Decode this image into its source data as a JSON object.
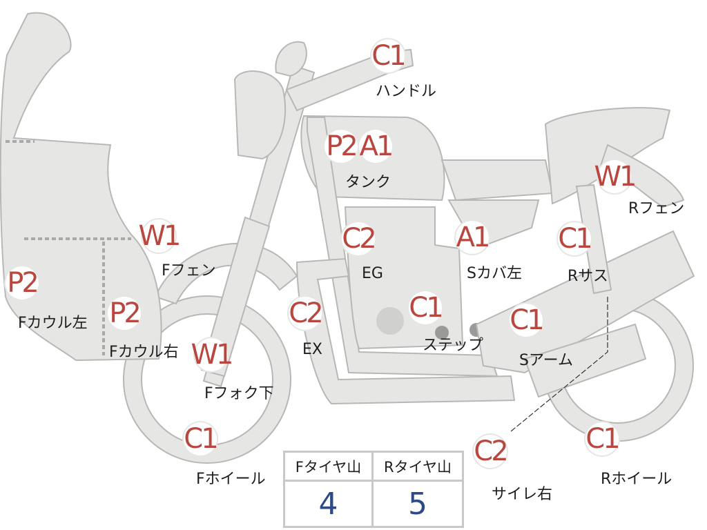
{
  "parts": [
    {
      "code": "C1",
      "label": "ハンドル"
    },
    {
      "code": "P2",
      "label": ""
    },
    {
      "code": "A1",
      "label": "タンク"
    },
    {
      "code": "W1",
      "label": "Rフェン"
    },
    {
      "code": "W1",
      "label": "Fフェン"
    },
    {
      "code": "C2",
      "label": "EG"
    },
    {
      "code": "A1",
      "label": "Sカバ左"
    },
    {
      "code": "C1",
      "label": "Rサス"
    },
    {
      "code": "P2",
      "label": "Fカウル左"
    },
    {
      "code": "P2",
      "label": "Fカウル右"
    },
    {
      "code": "C2",
      "label": "EX"
    },
    {
      "code": "C1",
      "label": "ステップ"
    },
    {
      "code": "C1",
      "label": "Sアーム"
    },
    {
      "code": "W1",
      "label": "Fフォク下"
    },
    {
      "code": "C1",
      "label": "Fホイール"
    },
    {
      "code": "C2",
      "label": "サイレ右"
    },
    {
      "code": "C1",
      "label": "Rホイール"
    }
  ],
  "tire_table": {
    "headers": [
      "Fタイヤ山",
      "Rタイヤ山"
    ],
    "values": [
      "4",
      "5"
    ]
  },
  "colors": {
    "badge_text": "#b9463f",
    "value_text": "#2d4a86",
    "body_fill": "#e6e6e4",
    "outline": "#b7b7b5"
  }
}
